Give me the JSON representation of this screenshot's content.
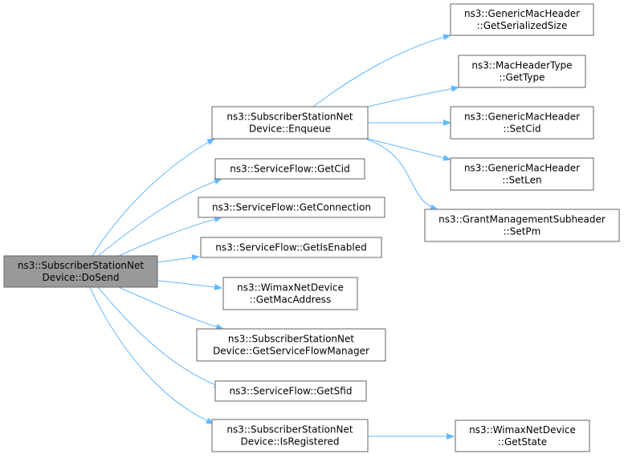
{
  "colors": {
    "edge": "#63b8ff",
    "node_fill": "#ffffff",
    "node_border": "#666666",
    "root_fill": "#999999",
    "text": "#000000"
  },
  "nodes": {
    "root": [
      "ns3::SubscriberStationNet",
      "Device::DoSend"
    ],
    "enqueue": [
      "ns3::SubscriberStationNet",
      "Device::Enqueue"
    ],
    "getcid": [
      "ns3::ServiceFlow::GetCid"
    ],
    "getconnection": [
      "ns3::ServiceFlow::GetConnection"
    ],
    "getisenabled": [
      "ns3::ServiceFlow::GetIsEnabled"
    ],
    "getmacaddress": [
      "ns3::WimaxNetDevice",
      "::GetMacAddress"
    ],
    "getserviceflowmanager": [
      "ns3::SubscriberStationNet",
      "Device::GetServiceFlowManager"
    ],
    "getsfid": [
      "ns3::ServiceFlow::GetSfid"
    ],
    "isregistered": [
      "ns3::SubscriberStationNet",
      "Device::IsRegistered"
    ],
    "getserializedsize": [
      "ns3::GenericMacHeader",
      "::GetSerializedSize"
    ],
    "gettype": [
      "ns3::MacHeaderType",
      "::GetType"
    ],
    "setcid": [
      "ns3::GenericMacHeader",
      "::SetCid"
    ],
    "setlen": [
      "ns3::GenericMacHeader",
      "::SetLen"
    ],
    "setpm": [
      "ns3::GrantManagementSubheader",
      "::SetPm"
    ],
    "getstate": [
      "ns3::WimaxNetDevice",
      "::GetState"
    ]
  }
}
